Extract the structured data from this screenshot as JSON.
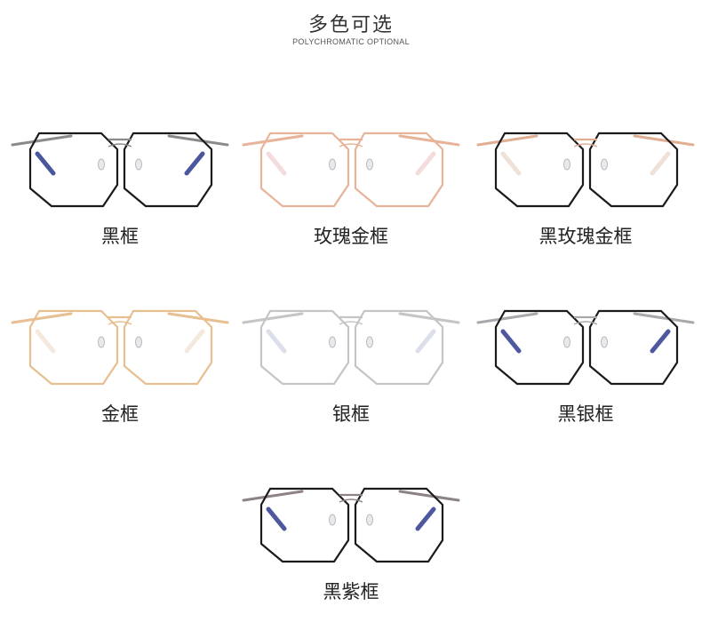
{
  "header": {
    "title": "多色可选",
    "subtitle": "POLYCHROMATIC OPTIONAL"
  },
  "colors": [
    {
      "label": "黑框",
      "front": "#1b1b1b",
      "arm": "#8a8a8a",
      "tip": "#2b3a8c",
      "icon": "glasses-black-icon"
    },
    {
      "label": "玫瑰金框",
      "front": "#e7b49a",
      "arm": "#e7b49a",
      "tip": "#f3d6d6",
      "icon": "glasses-rose-gold-icon"
    },
    {
      "label": "黑玫瑰金框",
      "front": "#1b1b1b",
      "arm": "#e0ae92",
      "tip": "#eedcd2",
      "icon": "glasses-black-rose-gold-icon"
    },
    {
      "label": "金框",
      "front": "#e8bf90",
      "arm": "#e8bf90",
      "tip": "#f2e6da",
      "icon": "glasses-gold-icon"
    },
    {
      "label": "银框",
      "front": "#c5c5c8",
      "arm": "#c5c5c8",
      "tip": "#d7d9e6",
      "icon": "glasses-silver-icon"
    },
    {
      "label": "黑银框",
      "front": "#1b1b1b",
      "arm": "#a9a9ad",
      "tip": "#2e3c8e",
      "icon": "glasses-black-silver-icon"
    },
    {
      "label": "黑紫框",
      "front": "#1b1b1b",
      "arm": "#8d8286",
      "tip": "#2e3c8e",
      "icon": "glasses-black-purple-icon"
    }
  ]
}
